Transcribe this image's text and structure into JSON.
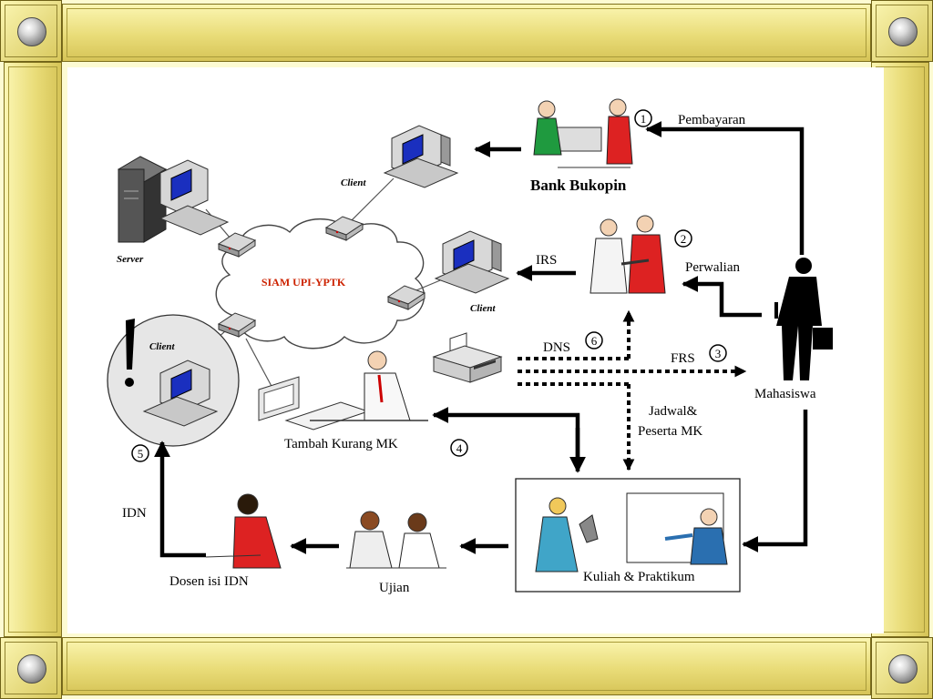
{
  "labels": {
    "client": "Client",
    "server": "Server",
    "network": "SIAM UPI-YPTK",
    "bank": "Bank Bukopin",
    "pembayaran": "Pembayaran",
    "perwalian": "Perwalian",
    "mahasiswa": "Mahasiswa",
    "irs": "IRS",
    "dns": "DNS",
    "frs": "FRS",
    "jadwal_line1": "Jadwal&",
    "jadwal_line2": "Peserta MK",
    "tambah": "Tambah Kurang MK",
    "kuliah": "Kuliah & Praktikum",
    "ujian": "Ujian",
    "dosen": "Dosen isi IDN",
    "idn": "IDN"
  },
  "steps": [
    "1",
    "2",
    "3",
    "4",
    "5",
    "6"
  ],
  "colors": {
    "frame": "#e9dc78",
    "background": "#fdfbd2",
    "network_label": "#cc2200",
    "arrow": "#000000",
    "monitor_screen": "#1a2fbf"
  },
  "icons": {
    "corner": "knob-icon",
    "computer": "computer-icon",
    "server": "server-icon",
    "router": "router-icon",
    "printer": "printer-icon",
    "person": "person-icon"
  }
}
